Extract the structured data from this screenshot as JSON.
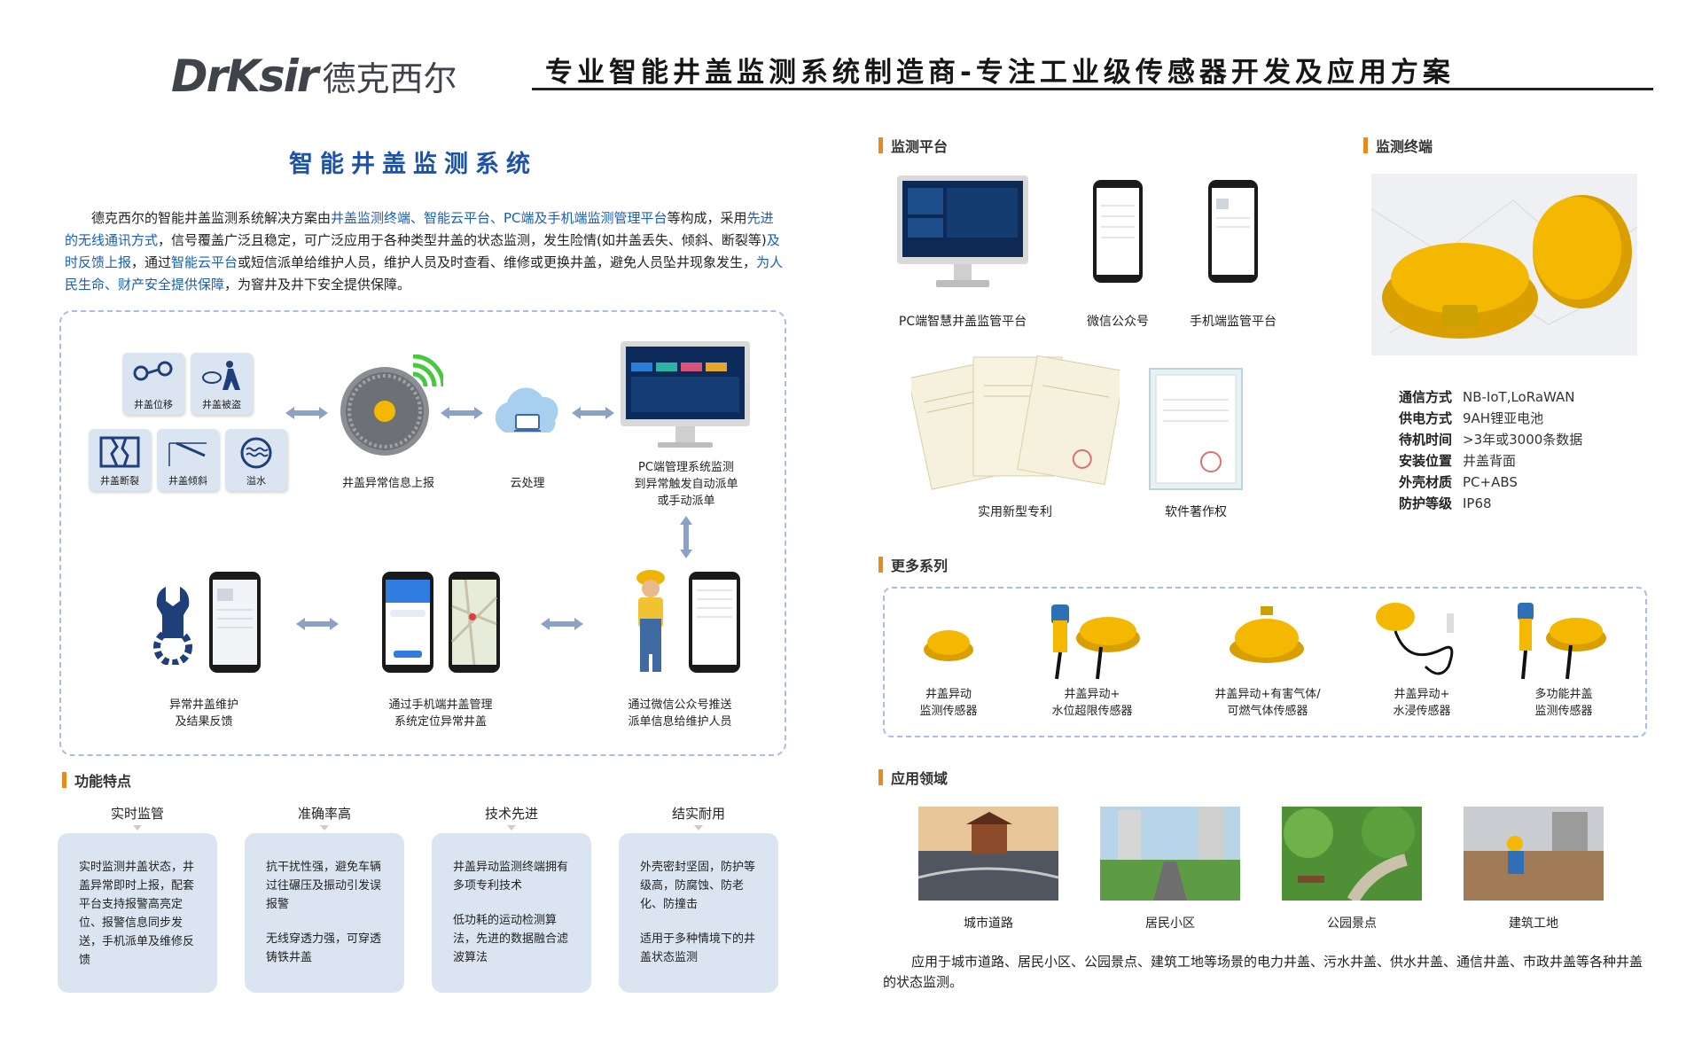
{
  "header": {
    "logo_latin": "DrKsir",
    "logo_cn": "德克西尔",
    "tagline": "专业智能井盖监测系统制造商-专注工业级传感器开发及应用方案"
  },
  "left": {
    "title": "智能井盖监测系统",
    "intro": [
      {
        "t": "德克西尔的智能井盖监测系统解决方案由",
        "h": false
      },
      {
        "t": "井盖监测终端、智能云平台、PC端及手机端监测管理平台",
        "h": true
      },
      {
        "t": "等构成，采用",
        "h": false
      },
      {
        "t": "先进的无线通讯方式",
        "h": true
      },
      {
        "t": "，信号覆盖广泛且稳定，可广泛应用于各种类型井盖的状态监测，发生险情(如井盖丢失、倾斜、断裂等)",
        "h": false
      },
      {
        "t": "及时反馈上报",
        "h": true
      },
      {
        "t": "，通过",
        "h": false
      },
      {
        "t": "智能云平台",
        "h": true
      },
      {
        "t": "或短信派单给维护人员，维护人员及时查看、维修或更换井盖，避免人员坠井现象发生，",
        "h": false
      },
      {
        "t": "为人民生命、财产安全提供保障",
        "h": true
      },
      {
        "t": "，为窨井及井下安全提供保障。",
        "h": false
      }
    ],
    "flow": {
      "tiles": [
        "井盖位移",
        "井盖被盗",
        "井盖断裂",
        "井盖倾斜",
        "溢水"
      ],
      "report_label": "井盖异常信息上报",
      "cloud_label": "云处理",
      "pc_label": "PC端管理系统监测\n到异常触发自动派单\n或手动派单",
      "maint_label": "异常井盖维护\n及结果反馈",
      "mobile_label": "通过手机端井盖管理\n系统定位异常井盖",
      "wechat_label": "通过微信公众号推送\n派单信息给维护人员"
    },
    "features_head": "功能特点",
    "features": [
      {
        "title": "实时监管",
        "body": [
          "实时监测井盖状态，井盖异常即时上报，配套平台支持报警高亮定位、报警信息同步发送，手机派单及维修反馈"
        ]
      },
      {
        "title": "准确率高",
        "body": [
          "抗干扰性强，避免车辆过往碾压及振动引发误报警",
          "无线穿透力强，可穿透铸铁井盖"
        ]
      },
      {
        "title": "技术先进",
        "body": [
          "井盖异动监测终端拥有多项专利技术",
          "低功耗的运动检测算法，先进的数据融合滤波算法"
        ]
      },
      {
        "title": "结实耐用",
        "body": [
          "外壳密封坚固，防护等级高，防腐蚀、防老化、防撞击",
          "适用于多种情境下的井盖状态监测"
        ]
      }
    ]
  },
  "right": {
    "platform_head": "监测平台",
    "platform_labels": [
      "PC端智慧井盖监管平台",
      "微信公众号",
      "手机端监管平台"
    ],
    "cert_labels": [
      "实用新型专利",
      "软件著作权"
    ],
    "terminal_head": "监测终端",
    "specs": [
      {
        "k": "通信方式",
        "v": "NB-IoT,LoRaWAN"
      },
      {
        "k": "供电方式",
        "v": "9AH锂亚电池"
      },
      {
        "k": "待机时间",
        "v": ">3年或3000条数据"
      },
      {
        "k": "安装位置",
        "v": "井盖背面"
      },
      {
        "k": "外壳材质",
        "v": "PC+ABS"
      },
      {
        "k": "防护等级",
        "v": "IP68"
      }
    ],
    "series_head": "更多系列",
    "series": [
      "井盖异动\n监测传感器",
      "井盖异动+\n水位超限传感器",
      "井盖异动+有害气体/\n可燃气体传感器",
      "井盖异动+\n水浸传感器",
      "多功能井盖\n监测传感器"
    ],
    "app_head": "应用领域",
    "apps": [
      "城市道路",
      "居民小区",
      "公园景点",
      "建筑工地"
    ],
    "app_text": "应用于城市道路、居民小区、公园景点、建筑工地等场景的电力井盖、污水井盖、供水井盖、通信井盖、市政井盖等各种井盖的状态监测。"
  },
  "colors": {
    "accent_blue": "#1d52a8",
    "highlight_blue": "#1a5eb3",
    "orange_bar": "#e88a1e",
    "card_bg": "#dbe5f2",
    "sensor_yellow": "#f5b800"
  }
}
